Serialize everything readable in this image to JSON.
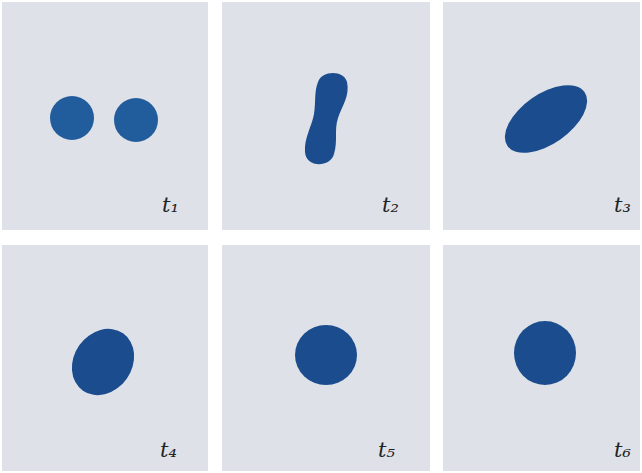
{
  "diagram": {
    "labels": [
      "t₁",
      "t₂",
      "t₃",
      "t₄",
      "t₅",
      "t₆"
    ]
  }
}
